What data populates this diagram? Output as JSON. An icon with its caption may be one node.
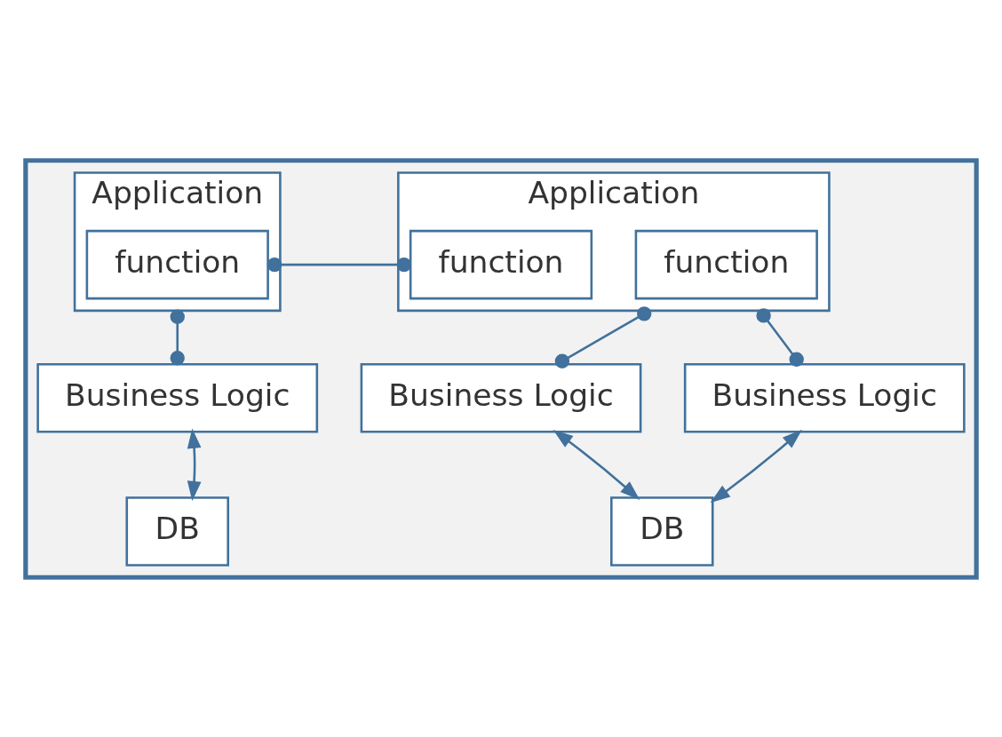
{
  "diagram": {
    "nodes": [
      {
        "text": [],
        "shape": "box"
      },
      {
        "text": [
          "Application"
        ],
        "in": 0
      },
      {
        "text": [
          "function"
        ],
        "in": 1
      },
      {
        "text": [
          "function"
        ],
        "in": 1
      },
      {
        "text": [
          "Application"
        ],
        "in": 0
      },
      {
        "text": [
          "function"
        ],
        "in": 4
      },
      {
        "text": [
          "Business Logic"
        ],
        "in": 0
      },
      {
        "text": [
          "Business Logic"
        ],
        "in": 0
      },
      {
        "text": [
          "Business Logic"
        ],
        "in": 0
      },
      {
        "text": [
          "DB"
        ],
        "in": 0
      },
      {
        "text": [
          "DB"
        ],
        "in": 0
      }
    ],
    "edges": [
      {
        "from": 3,
        "to": 5,
        "arrow": "other"
      },
      {
        "from": 1,
        "to": 6,
        "arrow": "other"
      },
      {
        "from": 1,
        "to": 7,
        "arrow": "other"
      },
      {
        "from": 4,
        "to": 8,
        "arrow": "other"
      },
      {
        "from": 9,
        "to": 6,
        "arrow": "both"
      },
      {
        "from": 9,
        "to": 7,
        "arrow": "both"
      },
      {
        "from": 10,
        "to": 8,
        "arrow": "both"
      }
    ]
  }
}
